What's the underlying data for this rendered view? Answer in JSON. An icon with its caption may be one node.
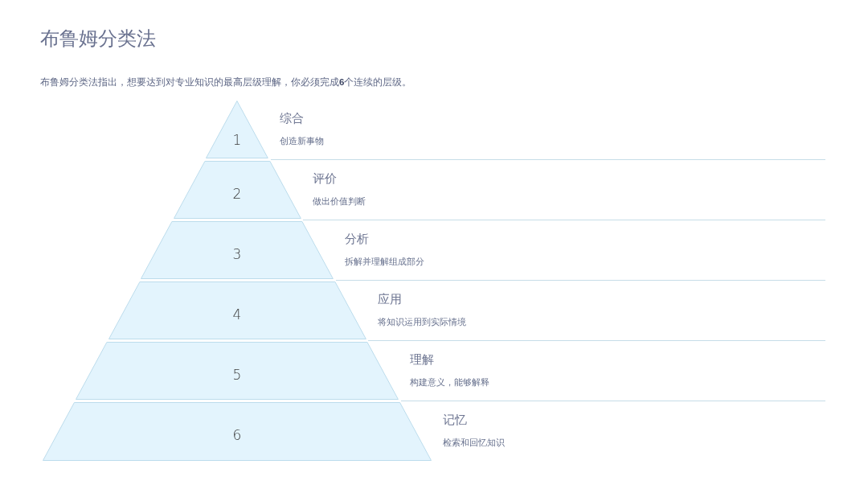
{
  "diagram": {
    "title": "布鲁姆分类法",
    "nodes": [
      {
        "text": [
          "1"
        ],
        "beside": [
          "综合",
          "创造新事物"
        ]
      },
      {
        "text": [
          "2"
        ],
        "beside": [
          "评价",
          "做出价值判断"
        ]
      },
      {
        "text": [
          "3"
        ],
        "beside": [
          "分析",
          "拆解并理解组成部分"
        ]
      },
      {
        "text": [
          "4"
        ],
        "beside": [
          "应用",
          "将知识运用到实际情境"
        ]
      },
      {
        "text": [
          "5"
        ],
        "beside": [
          "理解",
          "构建意义，能够解释"
        ]
      },
      {
        "text": [
          "6"
        ],
        "beside": [
          "记忆",
          "检索和回忆知识"
        ]
      }
    ],
    "labels": [
      "布鲁姆分类法指出，想要达到对专业知识的最高层级理解，你必须完成**6**个连续的层级。"
    ]
  }
}
